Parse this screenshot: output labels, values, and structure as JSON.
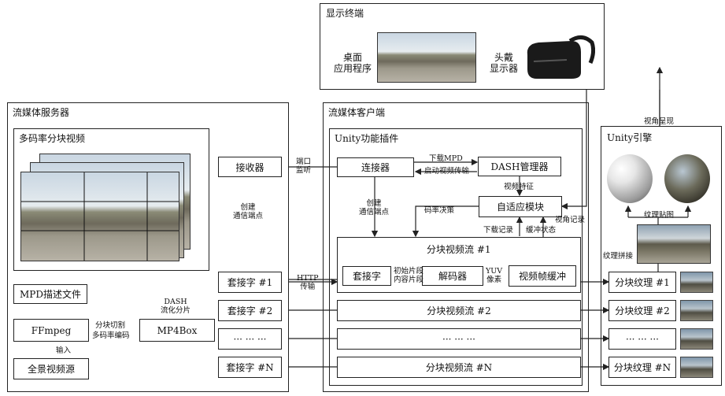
{
  "display": {
    "title": "显示终端",
    "desktop_app": "桌面\n应用程序",
    "hmd": "头戴\n显示器"
  },
  "server": {
    "title": "流媒体服务器",
    "multirate_title": "多码率分块视频",
    "mpd": "MPD描述文件",
    "ffmpeg": "FFmpeg",
    "mp4box": "MP4Box",
    "source": "全景视频源",
    "receiver": "接收器",
    "sockets": [
      "套接字 #1",
      "套接字 #2",
      "··· ··· ···",
      "套接字 #N"
    ]
  },
  "client": {
    "title": "流媒体客户端",
    "plugin_title": "Unity功能插件",
    "connector": "连接器",
    "dash": "DASH管理器",
    "adaptive": "自适应模块",
    "stream1_title": "分块视频流 #1",
    "socket_inner": "套接字",
    "decoder": "解码器",
    "framebuf": "视频帧缓冲",
    "streams": [
      "分块视频流 #2",
      "··· ··· ···",
      "分块视频流 #N"
    ]
  },
  "engine": {
    "title": "Unity引擎",
    "tiles": [
      "分块纹理 #1",
      "分块纹理 #2",
      "··· ··· ···",
      "分块纹理 #N"
    ]
  },
  "edge_labels": {
    "port_listen": "端口\n监听",
    "create_ep_server": "创建\n通信端点",
    "create_ep_client": "创建\n通信端点",
    "http": "HTTP\n传输",
    "dash_slice": "DASH\n流化分片",
    "tile_cut": "分块切割",
    "multirate": "多码率编码",
    "input": "输入",
    "download_mpd": "下载MPD",
    "start_transfer": "启动视频传输",
    "video_feature": "视频特征",
    "bitrate_decision": "码率决策",
    "download_record": "下载记录",
    "buffer_state": "缓冲状态",
    "view_record": "视角记录",
    "init_segment": "初始片段\n内容片段",
    "yuv": "YUV\n像素",
    "view_present": "视角呈现",
    "texture_map": "纹理贴图",
    "texture_stitch": "纹理拼接"
  }
}
